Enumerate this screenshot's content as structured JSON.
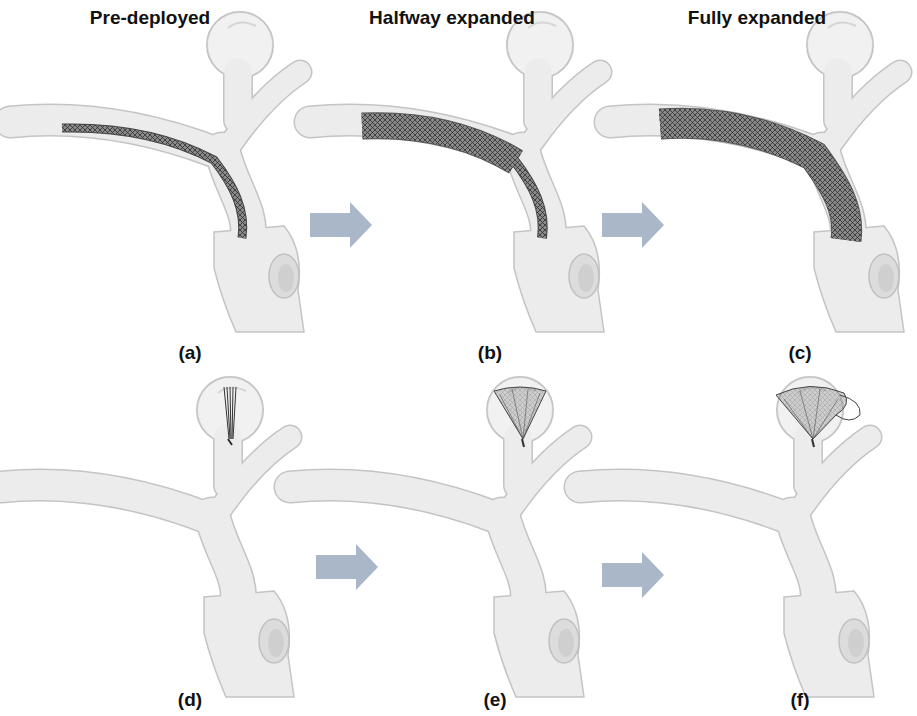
{
  "diagram": {
    "labels": [
      "Pre-deployed",
      "Halfway expanded",
      "Fully expanded",
      "(a)",
      "(b)",
      "(c)",
      "(d)",
      "(e)",
      "(f)"
    ]
  }
}
